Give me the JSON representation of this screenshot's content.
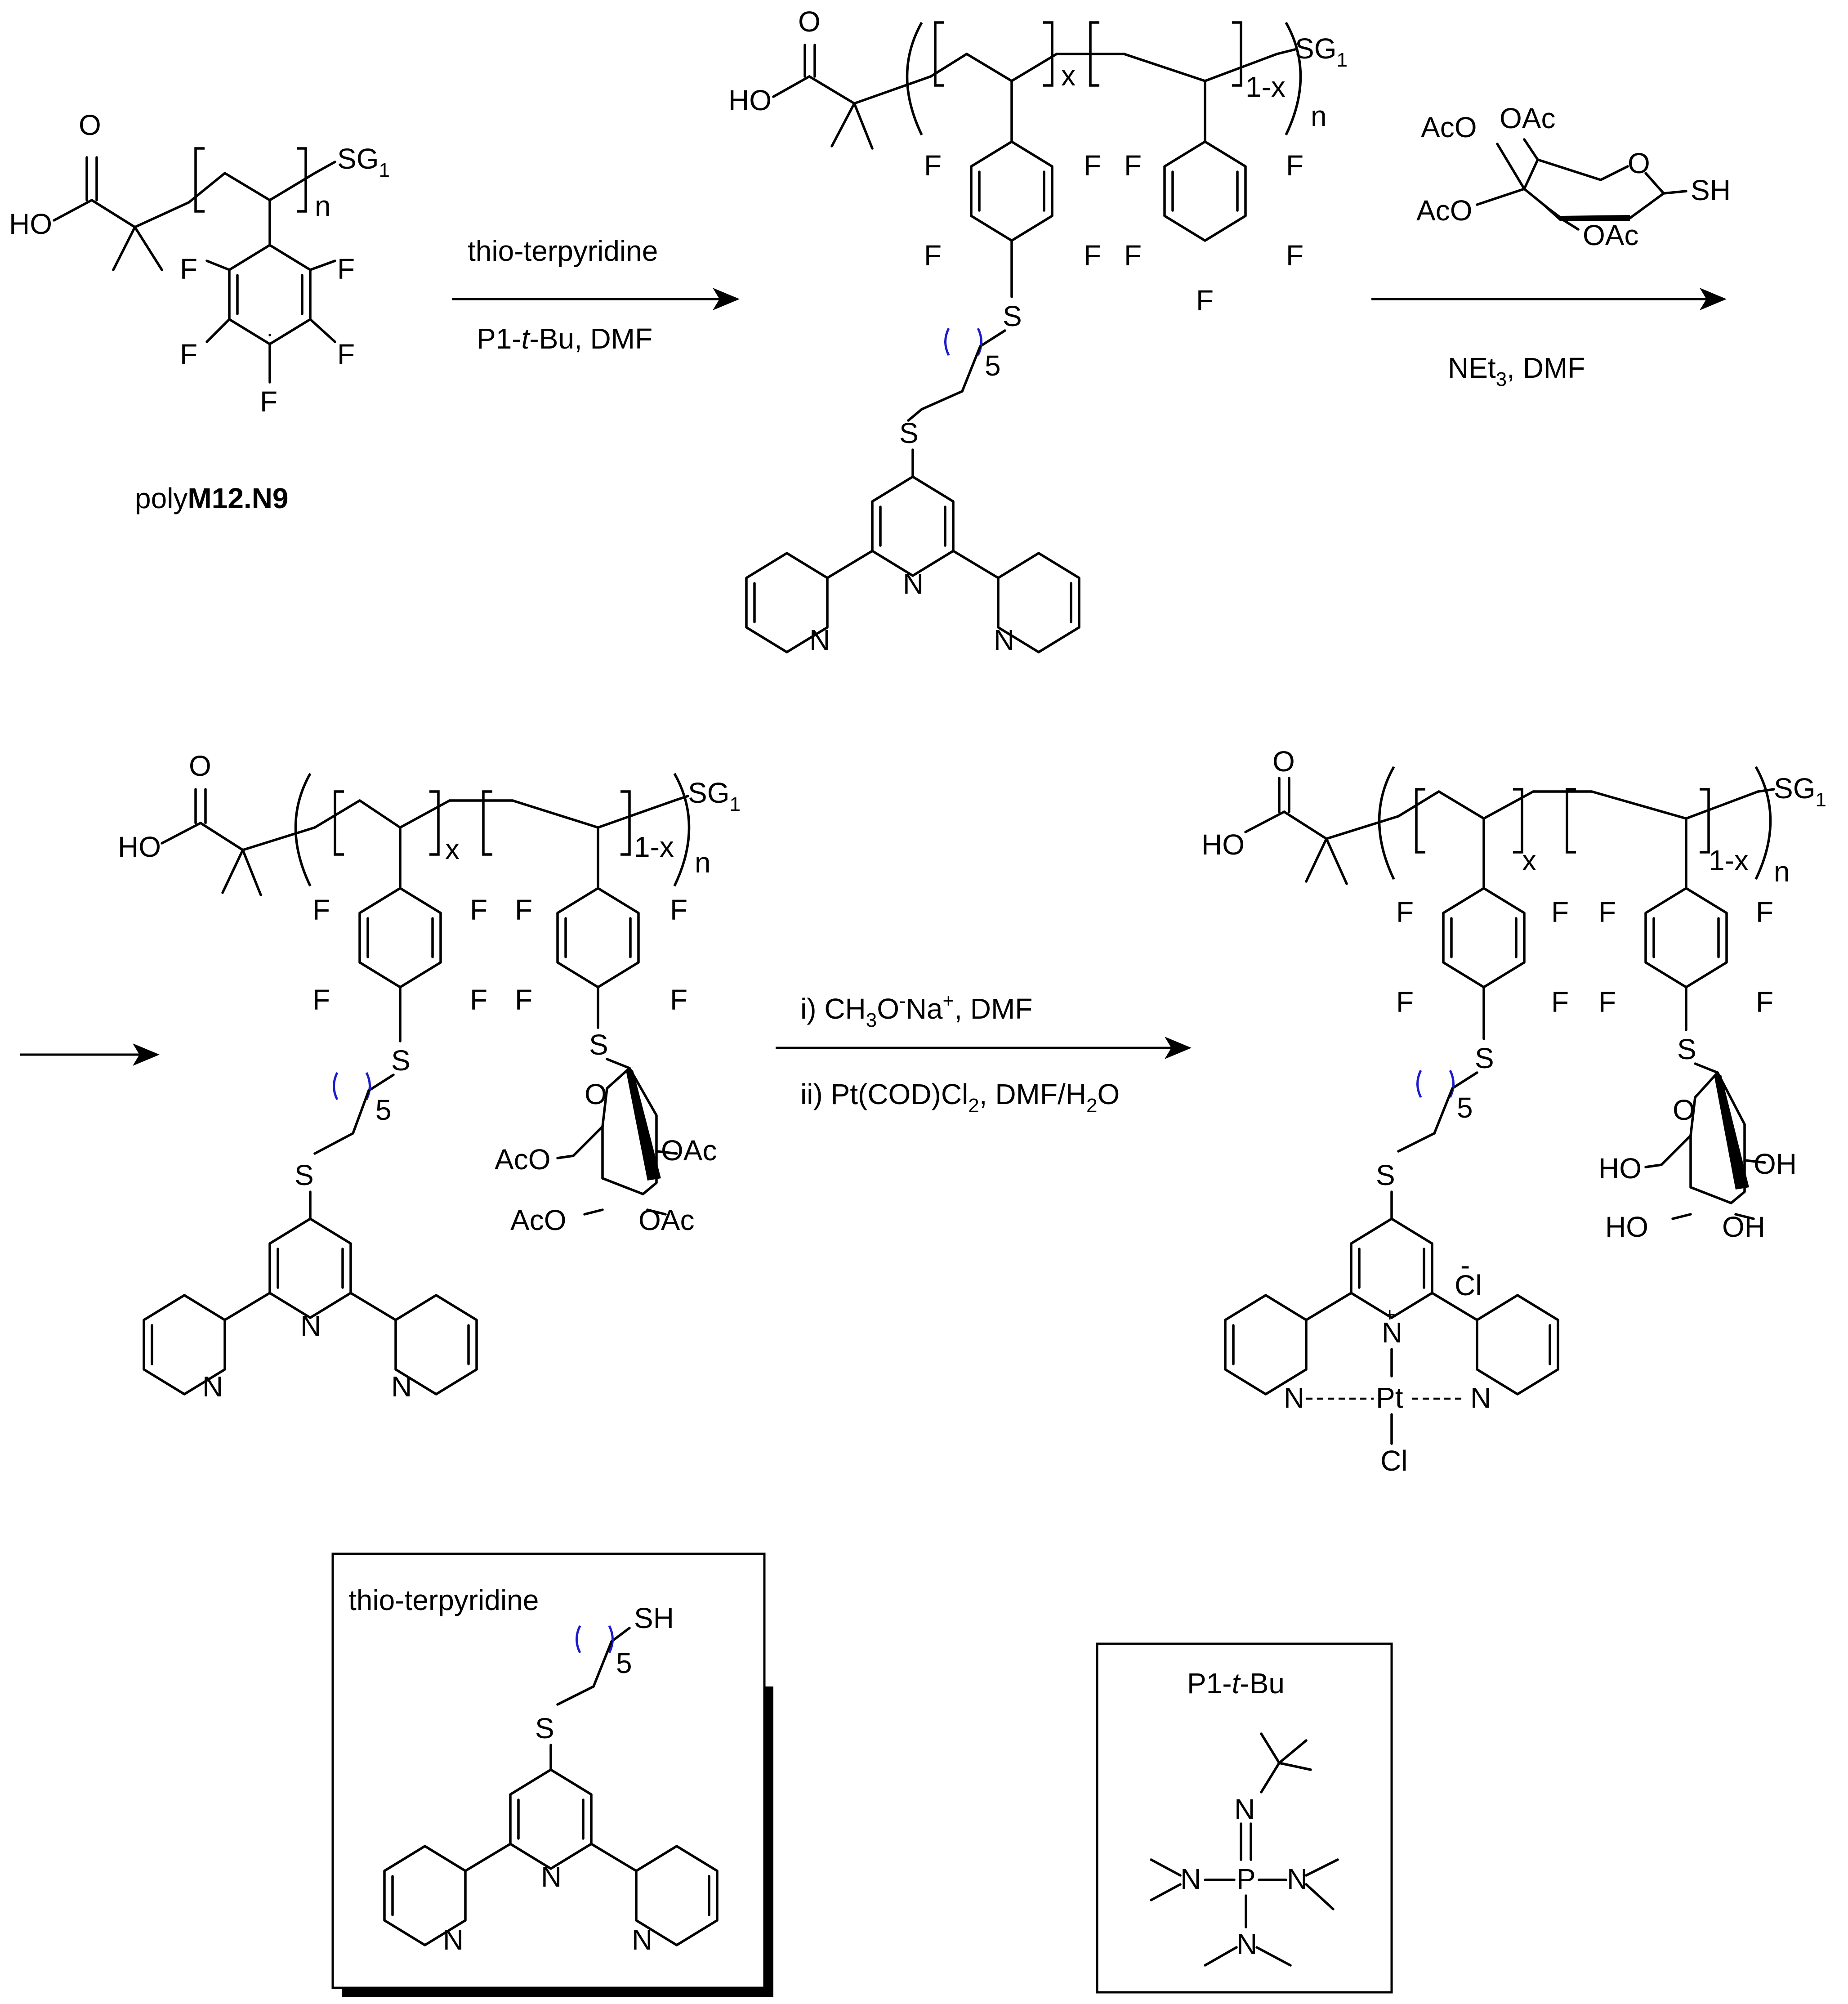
{
  "starting_material": {
    "name_prefix": "poly",
    "name_bold": "M12.N9",
    "end_group": "SG",
    "end_group_sub": "1",
    "repeat_n": "n",
    "acid": "HO",
    "oxygen": "O",
    "fluorine": "F"
  },
  "step1": {
    "reagent": "thio-terpyridine",
    "conditions_pre": "P1-",
    "conditions_italic": "t",
    "conditions_post": "-Bu, DMF"
  },
  "intermediate1": {
    "x_label": "x",
    "one_minus_x": "1-x",
    "n_label": "n",
    "end_group": "SG",
    "end_group_sub": "1",
    "sulfur": "S",
    "nitrogen": "N",
    "chain_count": "5"
  },
  "step2": {
    "thiosugar_labels": [
      "AcO",
      "OAc",
      "AcO",
      "OAc",
      "O",
      "SH"
    ],
    "conditions_pre": "NEt",
    "conditions_sub": "3",
    "conditions_post": ", DMF"
  },
  "intermediate2": {
    "sugar_labels": [
      "AcO",
      "OAc",
      "AcO",
      "OAc",
      "O"
    ],
    "chain_count": "5"
  },
  "step3": {
    "line1_pre": "i) CH",
    "line1_sub": "3",
    "line1_mid": "O",
    "line1_sup1": "-",
    "line1_na": "Na",
    "line1_sup2": "+",
    "line1_post": ", DMF",
    "line2_pre": "ii) Pt(COD)Cl",
    "line2_sub": "2",
    "line2_mid": ", DMF/H",
    "line2_sub2": "2",
    "line2_post": "O"
  },
  "product": {
    "sugar_labels": [
      "HO",
      "OH",
      "HO",
      "OH",
      "O"
    ],
    "metal": "Pt",
    "chloride": "Cl",
    "counter_ion": "Cl",
    "counter_charge": "-",
    "plus": "+",
    "chain_count": "5"
  },
  "inset_thioterpyridine": {
    "title": "thio-terpyridine",
    "thiol": "SH",
    "chain_count": "5"
  },
  "inset_base": {
    "title_pre": "P1-",
    "title_italic": "t",
    "title_post": "-Bu",
    "phosphorus": "P",
    "nitrogen": "N"
  },
  "colors": {
    "bonds": "#000000",
    "chain_parentheses": "#1a1ad0",
    "background": "#ffffff"
  }
}
